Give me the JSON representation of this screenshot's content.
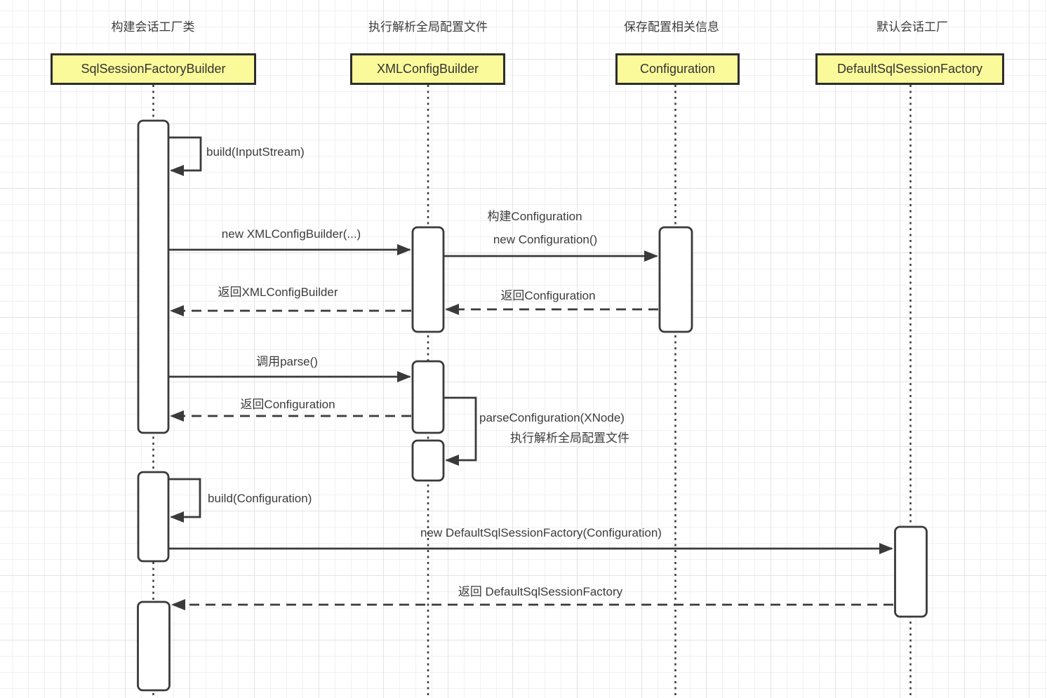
{
  "diagram_title": "SqlSessionFactory sequence diagram",
  "colors": {
    "participant_fill": "#FAFA9B",
    "participant_border": "#2D2D2D",
    "line": "#3A3A3A",
    "text": "#3C3C3C",
    "grid_minor": "#F1F1F4",
    "grid_major": "#E3E3E9",
    "background": "#FFFFFF"
  },
  "participants": [
    {
      "note": "构建会话工厂类",
      "name": "SqlSessionFactoryBuilder"
    },
    {
      "note": "执行解析全局配置文件",
      "name": "XMLConfigBuilder"
    },
    {
      "note": "保存配置相关信息",
      "name": "Configuration"
    },
    {
      "note": "默认会话工厂",
      "name": "DefaultSqlSessionFactory"
    }
  ],
  "messages": {
    "build_inputstream": "build(InputStream)",
    "new_xml_config_builder": "new XMLConfigBuilder(...)",
    "construct_configuration_note": "构建Configuration",
    "new_configuration": "new Configuration()",
    "return_xml_config_builder": "返回XMLConfigBuilder",
    "return_configuration_1": "返回Configuration",
    "call_parse": "调用parse()",
    "return_configuration_2": "返回Configuration",
    "parse_configuration": "parseConfiguration(XNode)",
    "parse_configuration_note": "执行解析全局配置文件",
    "build_configuration": "build(Configuration)",
    "new_default_sql_session_factory": "new DefaultSqlSessionFactory(Configuration)",
    "return_default_sql_session_factory": "返回 DefaultSqlSessionFactory"
  }
}
